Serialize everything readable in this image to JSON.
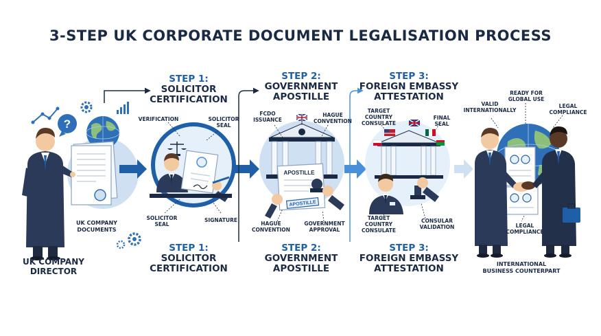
{
  "title": "3-STEP UK CORPORATE DOCUMENT LEGALISATION PROCESS",
  "director": {
    "label_line1": "UK COMPANY",
    "label_line2": "DIRECTOR",
    "docs_line1": "UK COMPANY",
    "docs_line2": "DOCUMENTS"
  },
  "step1": {
    "num": "STEP 1:",
    "name_line1": "SOLICITOR",
    "name_line2": "CERTIFICATION",
    "labels": {
      "verification": "VERIFICATION",
      "solicitor_seal_top_1": "SOLICITOR",
      "solicitor_seal_top_2": "SEAL",
      "solicitor_seal_bottom_1": "SOLICITOR",
      "solicitor_seal_bottom_2": "SEAL",
      "signature": "SIGNATURE"
    }
  },
  "step2": {
    "num": "STEP 2:",
    "name_line1": "GOVERNMENT",
    "name_line2": "APOSTILLE",
    "labels": {
      "fcdo_1": "FCDO",
      "fcdo_2": "ISSUANCE",
      "hague_top_1": "HAGUE",
      "hague_top_2": "CONVENTION",
      "hague_bottom_1": "HAGUE",
      "hague_bottom_2": "CONVENTION",
      "gov_approval_1": "GOVERNMENT",
      "gov_approval_2": "APPROVAL",
      "apostille_doc": "APOSTILLE",
      "apostille_stamp": "APOSTILLE"
    }
  },
  "step3": {
    "num": "STEP 3:",
    "name_line1": "FOREIGN EMBASSY",
    "name_line2": "ATTESTATION",
    "labels": {
      "target_top_1": "TARGET",
      "target_top_2": "COUNTRY",
      "target_top_3": "CONSULATE",
      "final_seal_1": "FINAL",
      "final_seal_2": "SEAL",
      "target_bottom_1": "TARGET",
      "target_bottom_2": "COUNTRY",
      "target_bottom_3": "CONSULATE",
      "consular_1": "CONSULAR",
      "consular_2": "VALIDATION"
    }
  },
  "final": {
    "valid_1": "VALID",
    "valid_2": "INTERNATIONALLY",
    "ready_1": "READY FOR",
    "ready_2": "GLOBAL USE",
    "legal_top_1": "LEGAL",
    "legal_top_2": "COMPLIANCE",
    "legal_mid_1": "LEGAL",
    "legal_mid_2": "COMPLIANCE",
    "counterpart_1": "INTERNATIONAL",
    "counterpart_2": "BUSINESS COUNTERPART"
  },
  "colors": {
    "navy": "#1b2a44",
    "blue": "#1f5fa8",
    "light_blue": "#cfe0f3",
    "pale_blue": "#e6f0fa",
    "skin": "#f2c9a0",
    "dark_skin": "#5a3a26",
    "gray": "#9aa7b8"
  }
}
